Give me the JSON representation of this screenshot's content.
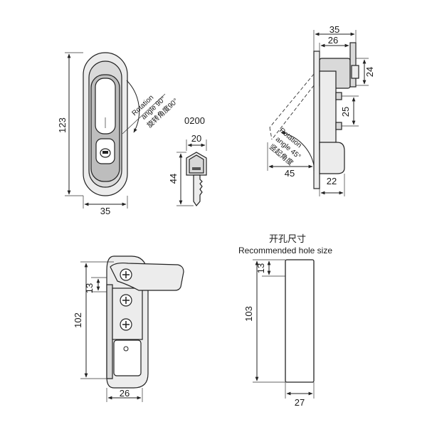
{
  "dimensions": {
    "front_height": "123",
    "front_width": "35",
    "key_width": "20",
    "key_height": "44",
    "side_total": "35",
    "side_flange": "26",
    "side_top": "24",
    "side_spacing": "25",
    "side_projection": "45",
    "side_depth": "22",
    "bottom_height": "102",
    "bottom_offset": "13",
    "bottom_width": "26",
    "hole_height": "103",
    "hole_offset": "13",
    "hole_width": "27"
  },
  "labels": {
    "model": "0200",
    "rotation_en_1": "Rotation",
    "rotation_en_2": "angle 90°",
    "rotation_cn": "旋转角度90°",
    "lift_en_1": "Rotation",
    "lift_en_2": "angle 45°",
    "lift_cn": "竖起角度",
    "hole_cn": "开孔尺寸",
    "hole_en": "Recommended hole size"
  }
}
